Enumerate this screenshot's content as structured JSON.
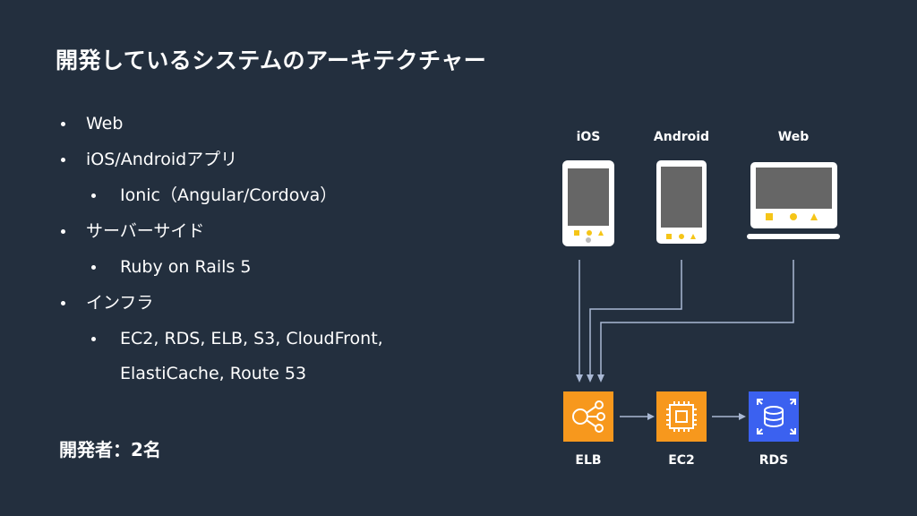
{
  "title": "開発しているシステムのアーキテクチャー",
  "bullets": {
    "web": "Web",
    "mobile": "iOS/Androidアプリ",
    "ionic": "Ionic（Angular/Cordova）",
    "server": "サーバーサイド",
    "ruby": "Ruby on Rails 5",
    "infra": "インフラ",
    "aws_line1": "EC2, RDS, ELB, S3, CloudFront,",
    "aws_line2": "ElastiCache, Route 53"
  },
  "footer": "開発者：2名",
  "diagram": {
    "devices": {
      "ios": "iOS",
      "android": "Android",
      "web": "Web"
    },
    "services": {
      "elb": "ELB",
      "ec2": "EC2",
      "rds": "RDS"
    },
    "colors": {
      "background": "#232f3e",
      "aws_orange": "#f7981d",
      "aws_blue": "#3b61f0",
      "screen": "#666666",
      "device": "#ffffff",
      "shape_yellow": "#f5c518",
      "connector": "#a9b8d4"
    }
  }
}
